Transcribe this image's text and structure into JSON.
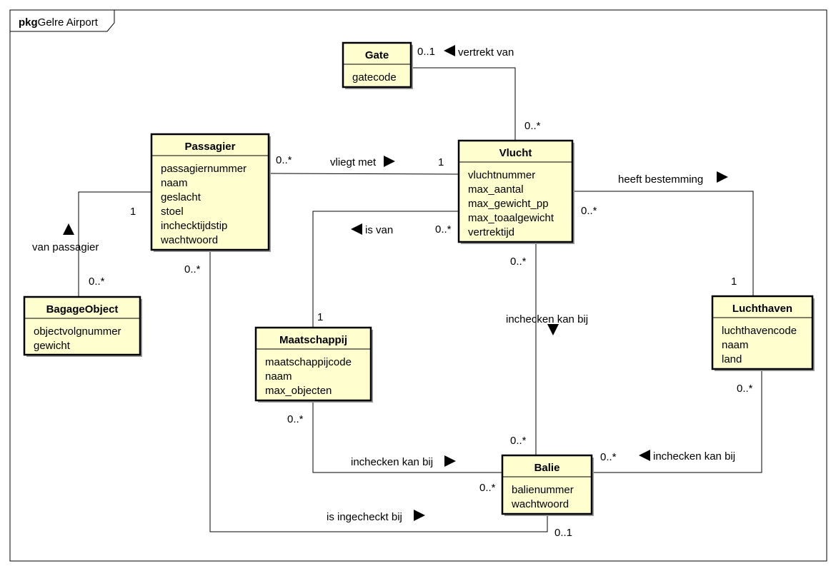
{
  "package": {
    "keyword": "pkg",
    "name": "Gelre Airport"
  },
  "colors": {
    "class_fill": "#fefece",
    "line": "#000000",
    "background": "#ffffff"
  },
  "classes": {
    "gate": {
      "title": "Gate",
      "attributes": [
        "gatecode"
      ]
    },
    "passagier": {
      "title": "Passagier",
      "attributes": [
        "passagiernummer",
        "naam",
        "geslacht",
        "stoel",
        "inchecktijdstip",
        "wachtwoord"
      ]
    },
    "vlucht": {
      "title": "Vlucht",
      "attributes": [
        "vluchtnummer",
        "max_aantal",
        "max_gewicht_pp",
        "max_toaalgewicht",
        "vertrektijd"
      ]
    },
    "bagageobject": {
      "title": "BagageObject",
      "attributes": [
        "objectvolgnummer",
        "gewicht"
      ]
    },
    "maatschappij": {
      "title": "Maatschappij",
      "attributes": [
        "maatschappijcode",
        "naam",
        "max_objecten"
      ]
    },
    "luchthaven": {
      "title": "Luchthaven",
      "attributes": [
        "luchthavencode",
        "naam",
        "land"
      ]
    },
    "balie": {
      "title": "Balie",
      "attributes": [
        "balienummer",
        "wachtwoord"
      ]
    }
  },
  "associations": {
    "gate_vlucht": {
      "label": "vertrekt van",
      "mult_gate": "0..1",
      "mult_vlucht": "0..*"
    },
    "passagier_vlucht": {
      "label": "vliegt met",
      "mult_passagier": "0..*",
      "mult_vlucht": "1"
    },
    "passagier_bagage": {
      "label": "van passagier",
      "mult_passagier": "1",
      "mult_bagage": "0..*"
    },
    "vlucht_luchthaven": {
      "label": "heeft bestemming",
      "mult_vlucht": "0..*",
      "mult_luchthaven": "1"
    },
    "vlucht_maatschappij": {
      "label": "is van",
      "mult_vlucht": "0..*",
      "mult_maatschappij": "1"
    },
    "vlucht_balie": {
      "label": "inchecken kan bij",
      "mult_vlucht": "0..*",
      "mult_balie": "0..*"
    },
    "maatschappij_balie": {
      "label": "inchecken kan bij",
      "mult_maatschappij": "0..*",
      "mult_balie": "0..*"
    },
    "luchthaven_balie": {
      "label": "inchecken kan bij",
      "mult_luchthaven": "0..*",
      "mult_balie": "0..*"
    },
    "passagier_balie": {
      "label": "is ingecheckt bij",
      "mult_passagier": "0..*",
      "mult_balie": "0..1"
    }
  }
}
